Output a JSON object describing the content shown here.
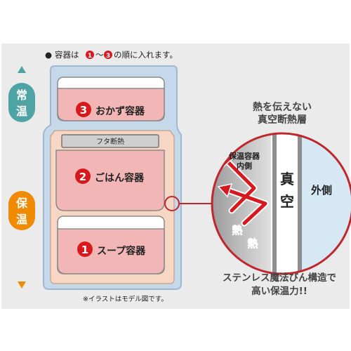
{
  "header": {
    "bullet": "●",
    "note_before": "容器は",
    "num_first": "1",
    "tilde": "～",
    "num_last": "3",
    "note_after": "の順に入れます。"
  },
  "left_axis": {
    "top_label_line1": "常",
    "top_label_line2": "温",
    "bottom_label_line1": "保",
    "bottom_label_line2": "温"
  },
  "containers": {
    "item3": {
      "number": "3",
      "label": "おかず容器"
    },
    "lid": {
      "label": "フタ断熱"
    },
    "item2": {
      "number": "2",
      "label": "ごはん容器"
    },
    "item1": {
      "number": "1",
      "label": "スープ容器"
    }
  },
  "caption": "※イラストはモデル図です。",
  "insulation": {
    "title_line1": "熱を伝えない",
    "title_line2": "真空断熱層",
    "inner_label_line1": "保温容器",
    "inner_label_line2": "内側",
    "vacuum_line1": "真",
    "vacuum_line2": "空",
    "outer_label": "外側",
    "heat_label_1": "熱",
    "heat_label_2": "熱",
    "footer_line1": "ステンレス魔法びん構造で",
    "footer_line2": "高い保温力!!"
  },
  "colors": {
    "teal": "#4ea3a5",
    "orange": "#f08a00",
    "red": "#d7191e",
    "pink": "#f3b6b6",
    "frame_blue": "#c6d9ea",
    "warm_fill": "#f7d7c4"
  }
}
